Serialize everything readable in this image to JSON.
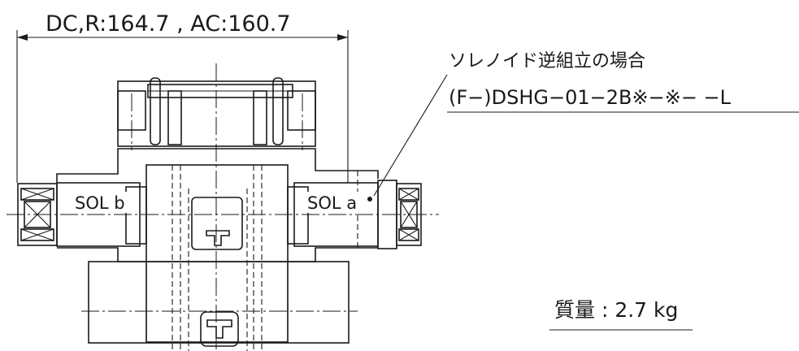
{
  "dimension_label": "DC,R:164.7 , AC:160.7",
  "note": {
    "title": "ソレノイド逆組立の場合",
    "model_code": "(F−)DSHG−01−2B※−※−  −L"
  },
  "solenoids": {
    "left": "SOL b",
    "right": "SOL a"
  },
  "mass_label": "質量 : 2.7 kg",
  "colors": {
    "ink": "#1a1a1a",
    "paper": "#ffffff"
  }
}
